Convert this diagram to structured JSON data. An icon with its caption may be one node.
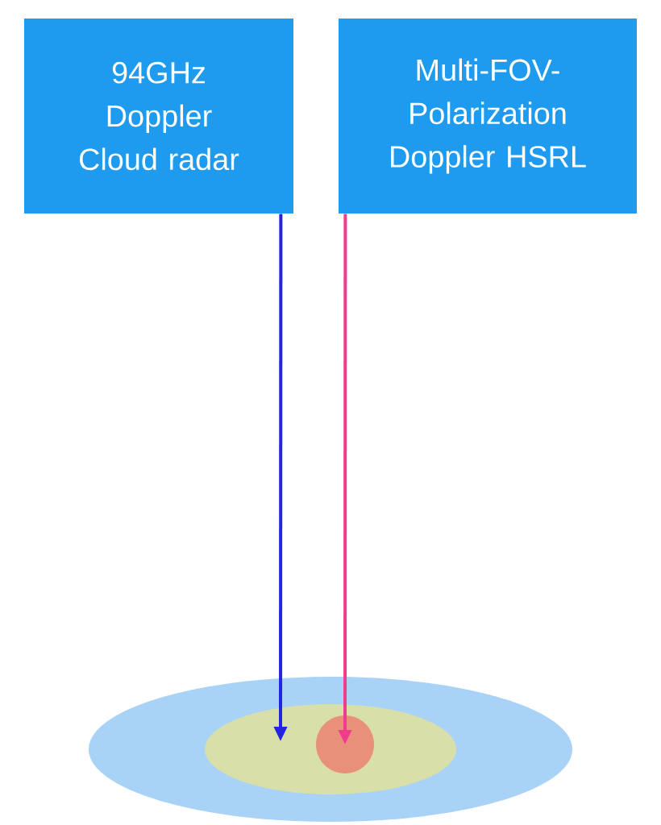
{
  "diagram": {
    "nodes": [
      {
        "text": [
          "94GHz Doppler Cloud radar"
        ]
      },
      {
        "text": [
          "Multi-FOV-Polarization Doppler HSRL"
        ]
      },
      {
        "text": [],
        "shape": "ellipse"
      },
      {
        "text": [],
        "shape": "ellipse",
        "in": 2
      },
      {
        "text": [],
        "shape": "circle",
        "in": 3
      }
    ],
    "edges": [
      {
        "from": 0,
        "to": 3,
        "arrow": "to",
        "color": "#2323e0"
      },
      {
        "from": 1,
        "to": 4,
        "arrow": "to",
        "color": "#f03c8c"
      }
    ]
  }
}
